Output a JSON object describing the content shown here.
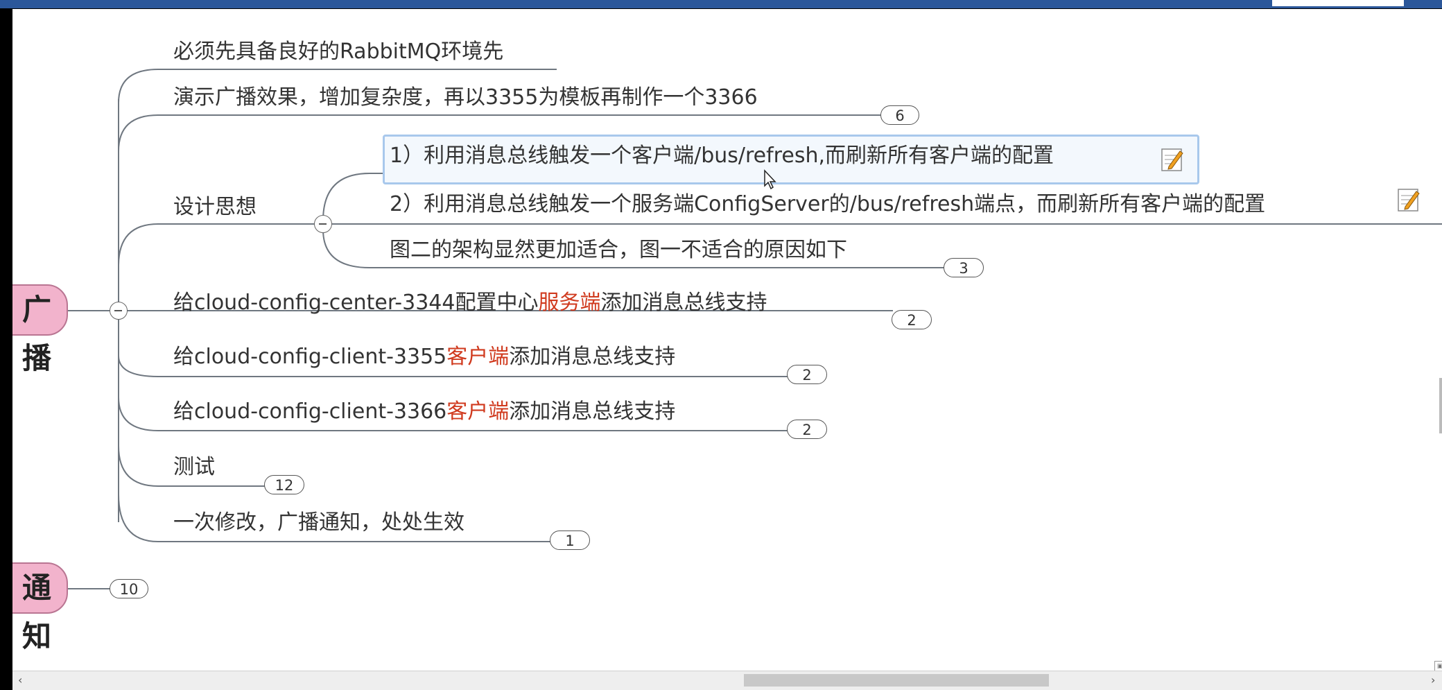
{
  "mindmap": {
    "central_broadcast": "广播",
    "central_notify": "通知",
    "notify_badge": "10",
    "topics": [
      {
        "id": "t1",
        "text": "必须先具备良好的RabbitMQ环境先"
      },
      {
        "id": "t2",
        "text": "演示广播效果，增加复杂度，再以3355为模板再制作一个3366",
        "badge": "6"
      },
      {
        "id": "t3",
        "text": "设计思想",
        "children": [
          {
            "text": "1）利用消息总线触发一个客户端/bus/refresh,而刷新所有客户端的配置"
          },
          {
            "text": "2）利用消息总线触发一个服务端ConfigServer的/bus/refresh端点，而刷新所有客户端的配置"
          },
          {
            "text": "图二的架构显然更加适合，图一不适合的原因如下",
            "badge": "3"
          }
        ]
      },
      {
        "id": "t4",
        "prefix": "给cloud-config-center-3344配置中心",
        "highlight": "服务端",
        "suffix": "添加消息总线支持",
        "badge": "2"
      },
      {
        "id": "t5",
        "prefix": "给cloud-config-client-3355",
        "highlight": "客户端",
        "suffix": "添加消息总线支持",
        "badge": "2"
      },
      {
        "id": "t6",
        "prefix": "给cloud-config-client-3366",
        "highlight": "客户端",
        "suffix": "添加消息总线支持",
        "badge": "2"
      },
      {
        "id": "t7",
        "text": "测试",
        "badge": "12"
      },
      {
        "id": "t8",
        "text": "一次修改，广播通知，处处生效",
        "badge": "1"
      }
    ]
  },
  "icons": {
    "note": "note-pencil-icon",
    "collapse": "collapse-minus-icon",
    "cursor": "mouse-cursor-icon",
    "scroll_left": "‹",
    "scroll_right": "›"
  },
  "colors": {
    "topbar": "#2b579a",
    "central_fill": "#f2b3cc",
    "highlight_text": "#d03a1e",
    "selection_border": "#a8c8ec"
  }
}
